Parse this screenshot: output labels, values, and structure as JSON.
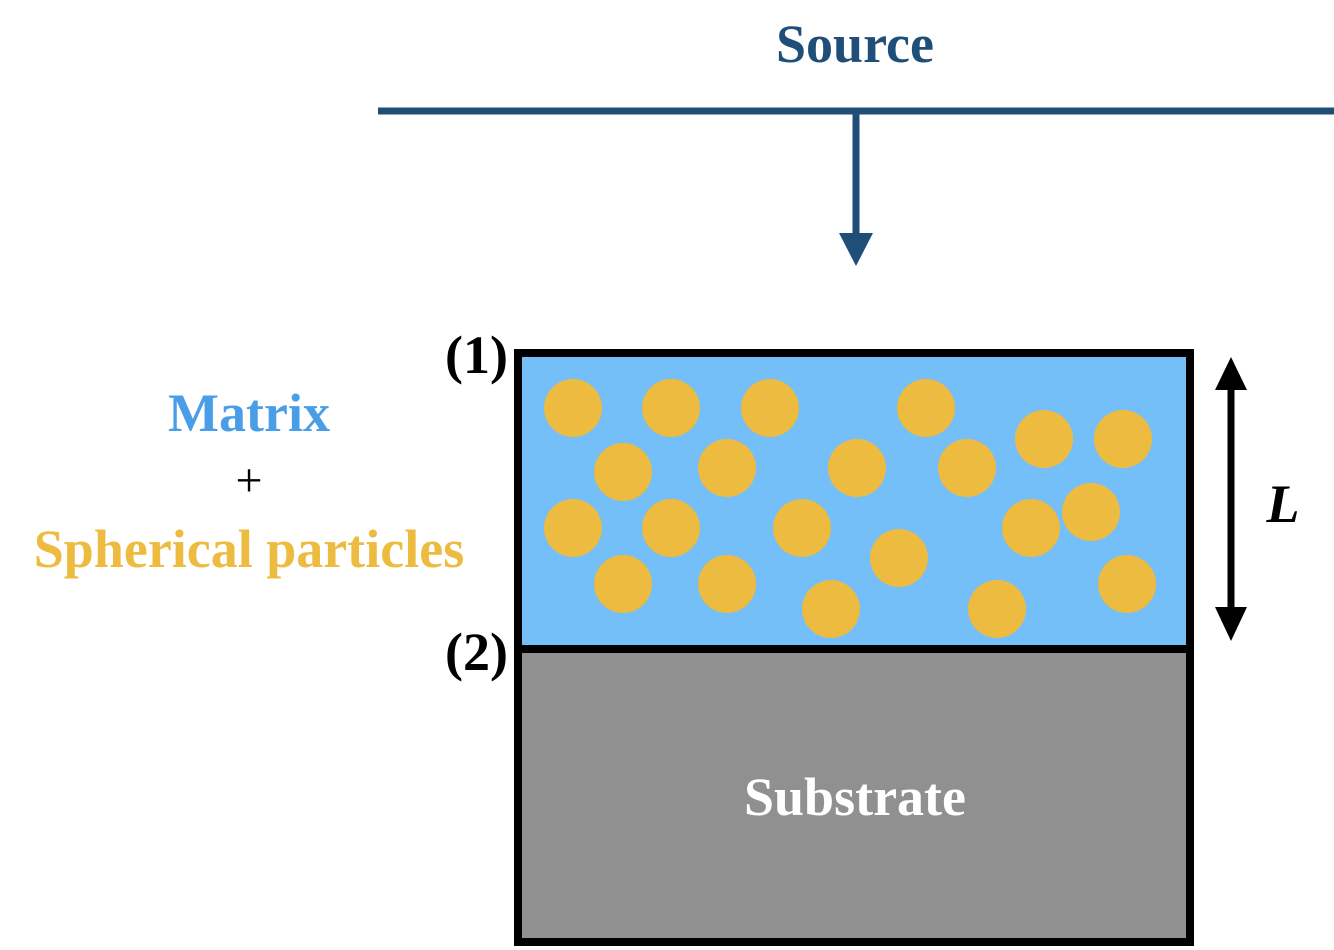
{
  "source": {
    "label": "Source"
  },
  "legend": {
    "matrix_label": "Matrix",
    "plus_label": "+",
    "particles_label": "Spherical particles"
  },
  "interfaces": {
    "top_label": "(1)",
    "bottom_label": "(2)"
  },
  "thickness": {
    "label": "L"
  },
  "substrate": {
    "label": "Substrate"
  },
  "colors": {
    "source": "#1f4e79",
    "matrix": "#74bff8",
    "particle": "#edbb40",
    "substrate": "#909090",
    "outline": "#000000",
    "substrate_text": "#ffffff"
  }
}
